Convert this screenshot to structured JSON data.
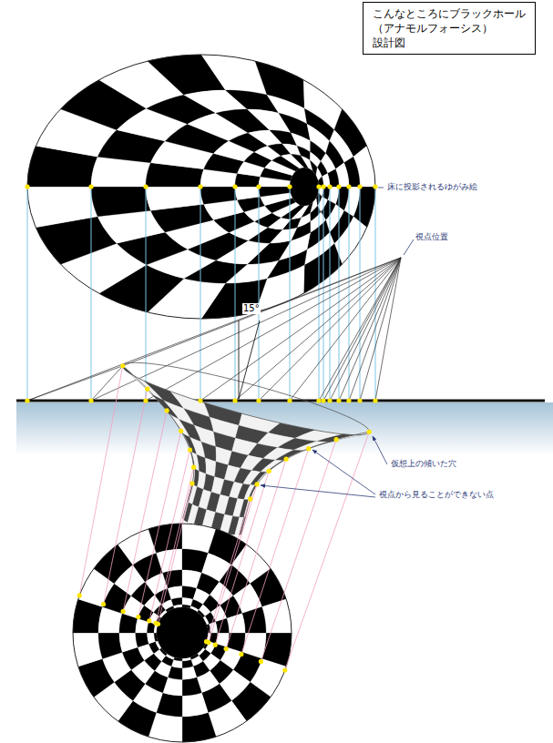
{
  "diagram": {
    "nodes": [
      {
        "text": [
          "こんなところにブラックホール",
          "（アナモルフォーシス）",
          "設計図"
        ]
      }
    ],
    "labels": [
      "床に投影されるゆがみ絵",
      "視点位置",
      "15°",
      "仮想上の傾いた穴",
      "視点から見ることができない点"
    ]
  }
}
